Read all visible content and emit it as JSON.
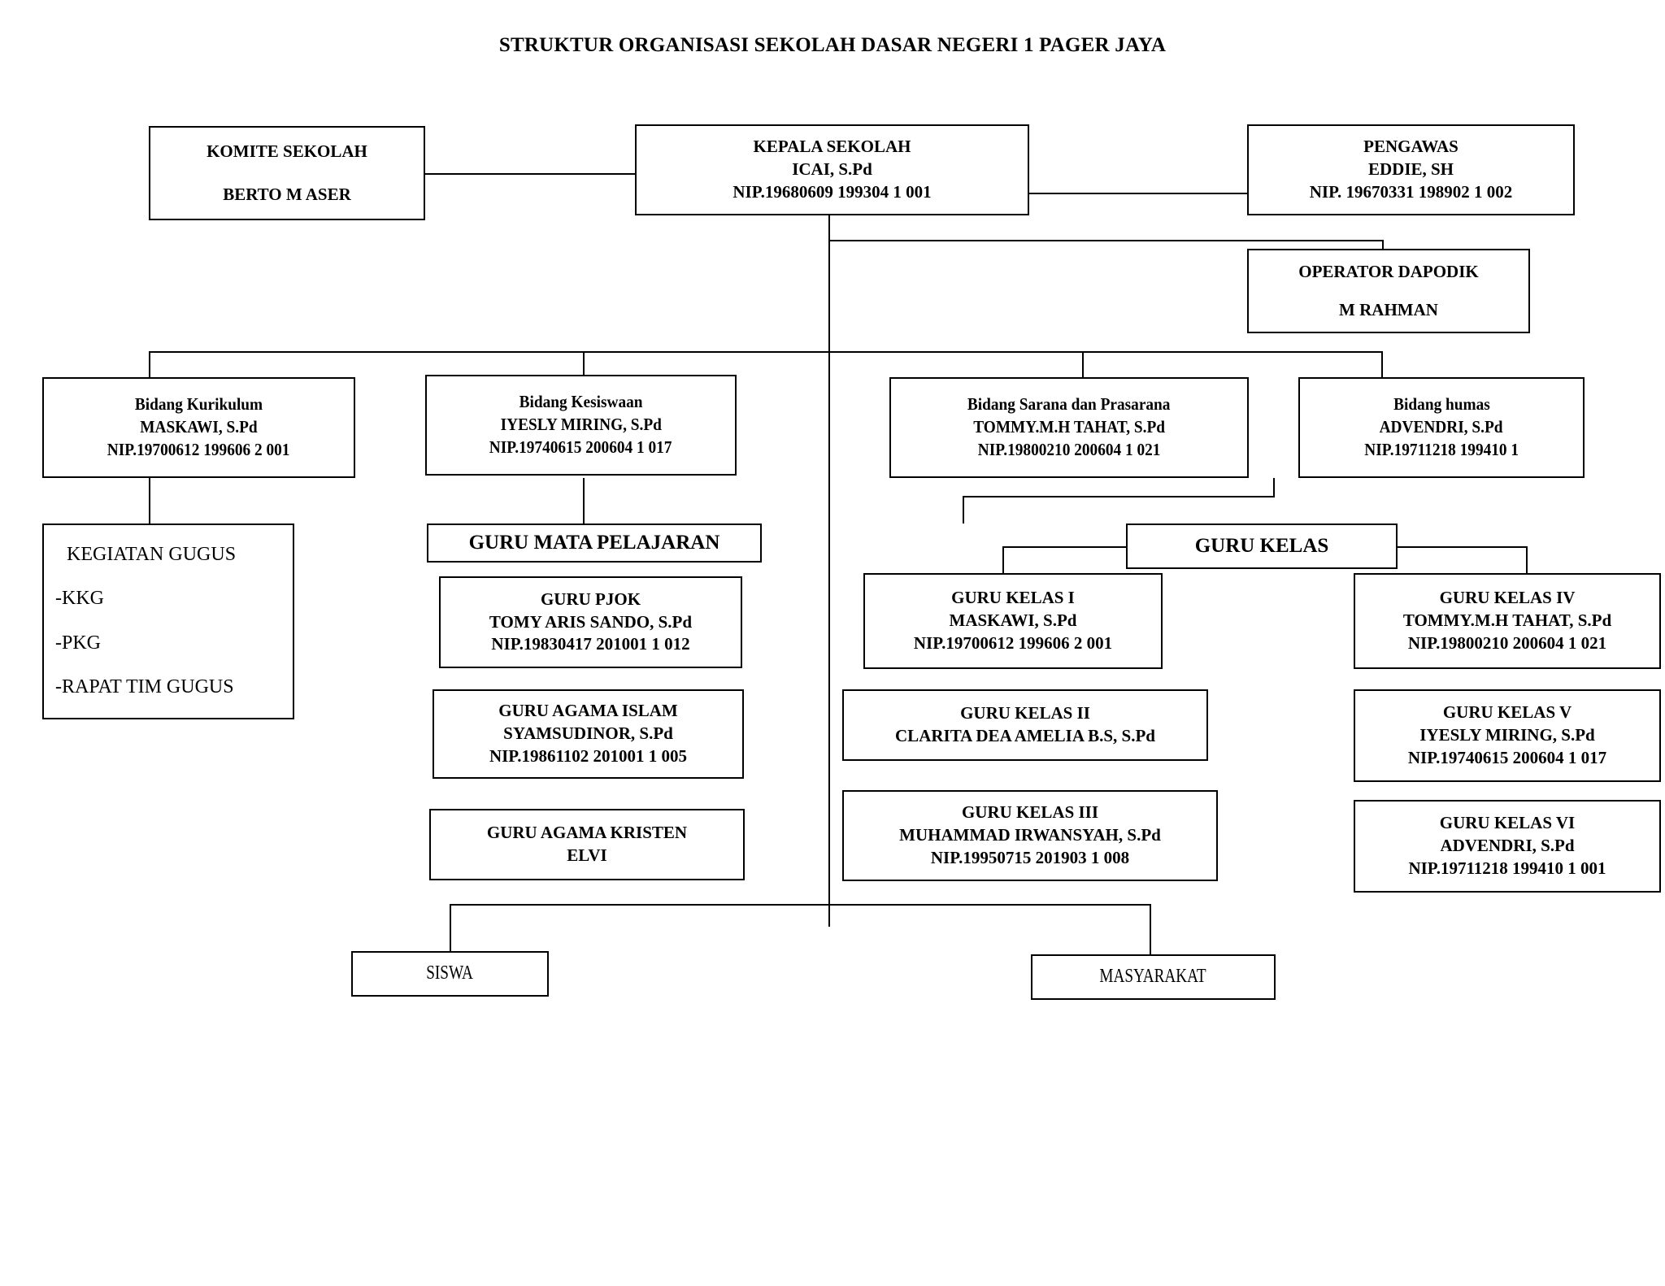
{
  "title": "STRUKTUR ORGANISASI SEKOLAH DASAR NEGERI 1 PAGER JAYA",
  "nodes": {
    "komite": {
      "line1": "KOMITE SEKOLAH",
      "line2": "BERTO M ASER"
    },
    "kepala_sekolah": {
      "line1": "KEPALA SEKOLAH",
      "line2": "ICAI, S.Pd",
      "line3": "NIP.19680609 199304 1 001"
    },
    "pengawas": {
      "line1": "PENGAWAS",
      "line2": "EDDIE, SH",
      "line3": "NIP. 19670331 198902 1 002"
    },
    "operator_dapodik": {
      "line1": "OPERATOR DAPODIK",
      "line2": "M RAHMAN"
    },
    "bidang_kurikulum": {
      "line1": "Bidang Kurikulum",
      "line2": "MASKAWI, S.Pd",
      "line3": "NIP.19700612 199606 2 001"
    },
    "bidang_kesiswaan": {
      "line1": "Bidang Kesiswaan",
      "line2": "IYESLY MIRING, S.Pd",
      "line3": "NIP.19740615 200604 1 017"
    },
    "bidang_sarana": {
      "line1": "Bidang Sarana dan Prasarana",
      "line2": "TOMMY.M.H TAHAT, S.Pd",
      "line3": "NIP.19800210 200604 1 021"
    },
    "bidang_humas": {
      "line1": "Bidang humas",
      "line2": "ADVENDRI, S.Pd",
      "line3": "NIP.19711218 199410 1"
    },
    "kegiatan_gugus": {
      "line1": "KEGIATAN GUGUS",
      "line2": "-KKG",
      "line3": "-PKG",
      "line4": "-RAPAT TIM GUGUS"
    },
    "guru_mata_pelajaran": {
      "line1": "GURU MATA PELAJARAN"
    },
    "guru_pjok": {
      "line1": "GURU PJOK",
      "line2": "TOMY ARIS SANDO, S.Pd",
      "line3": "NIP.19830417 201001 1 012"
    },
    "guru_agama_islam": {
      "line1": "GURU AGAMA ISLAM",
      "line2": "SYAMSUDINOR, S.Pd",
      "line3": "NIP.19861102 201001 1 005"
    },
    "guru_agama_kristen": {
      "line1": "GURU AGAMA KRISTEN",
      "line2": "ELVI"
    },
    "guru_kelas": {
      "line1": "GURU KELAS"
    },
    "guru_kelas_1": {
      "line1": "GURU KELAS I",
      "line2": "MASKAWI, S.Pd",
      "line3": "NIP.19700612 199606 2 001"
    },
    "guru_kelas_2": {
      "line1": "GURU KELAS II",
      "line2": "CLARITA DEA AMELIA B.S, S.Pd"
    },
    "guru_kelas_3": {
      "line1": "GURU KELAS III",
      "line2": "MUHAMMAD IRWANSYAH, S.Pd",
      "line3": "NIP.19950715 201903 1 008"
    },
    "guru_kelas_4": {
      "line1": "GURU KELAS IV",
      "line2": "TOMMY.M.H TAHAT, S.Pd",
      "line3": "NIP.19800210 200604 1 021"
    },
    "guru_kelas_5": {
      "line1": "GURU KELAS V",
      "line2": "IYESLY MIRING, S.Pd",
      "line3": "NIP.19740615 200604 1 017"
    },
    "guru_kelas_6": {
      "line1": "GURU KELAS VI",
      "line2": "ADVENDRI, S.Pd",
      "line3": "NIP.19711218 199410 1 001"
    },
    "siswa": {
      "line1": "SISWA"
    },
    "masyarakat": {
      "line1": "MASYARAKAT"
    }
  },
  "style": {
    "line_color": "#000000",
    "box_border_color": "#000000",
    "background": "#ffffff",
    "text_color": "#000000"
  }
}
